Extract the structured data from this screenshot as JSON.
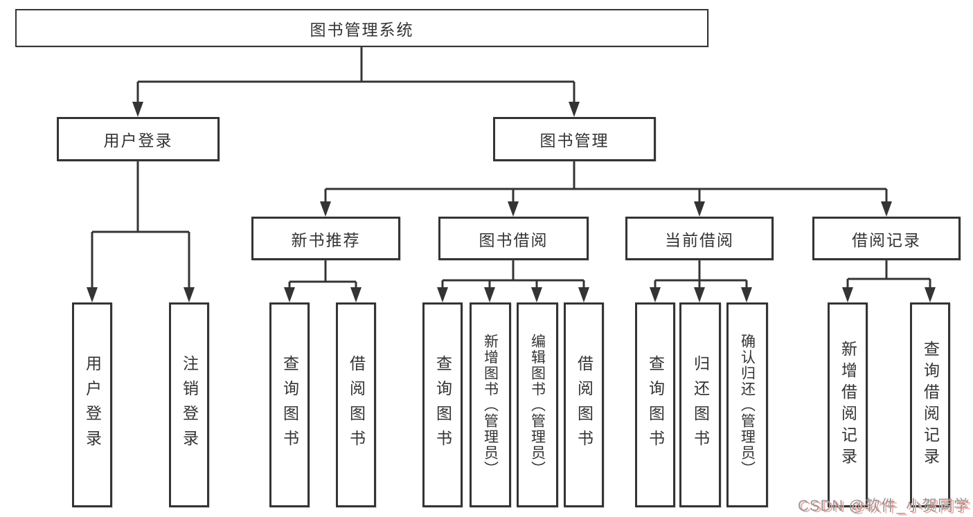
{
  "diagram": {
    "root": {
      "label": "图书管理系统"
    },
    "level2": [
      {
        "label": "用户登录"
      },
      {
        "label": "图书管理"
      }
    ],
    "level3": [
      {
        "label": "新书推荐"
      },
      {
        "label": "图书借阅"
      },
      {
        "label": "当前借阅"
      },
      {
        "label": "借阅记录"
      }
    ],
    "leaves": [
      {
        "label": "用户登录"
      },
      {
        "label": "注销登录"
      },
      {
        "label": "查询图书"
      },
      {
        "label": "借阅图书"
      },
      {
        "label": "查询图书"
      },
      {
        "label": "新增图书（管理员）"
      },
      {
        "label": "编辑图书（管理员）"
      },
      {
        "label": "借阅图书"
      },
      {
        "label": "查询图书"
      },
      {
        "label": "归还图书"
      },
      {
        "label": "确认归还（管理员）"
      },
      {
        "label": "新增借阅记录"
      },
      {
        "label": "查询借阅记录"
      }
    ]
  },
  "watermark": {
    "text": "CSDN @软件_小贺同学"
  },
  "colors": {
    "line": "#343434",
    "box_border": "#343434",
    "text": "#333333",
    "background": "#ffffff",
    "watermark_text": "#989898",
    "watermark_shadow": "#f2aba3"
  }
}
